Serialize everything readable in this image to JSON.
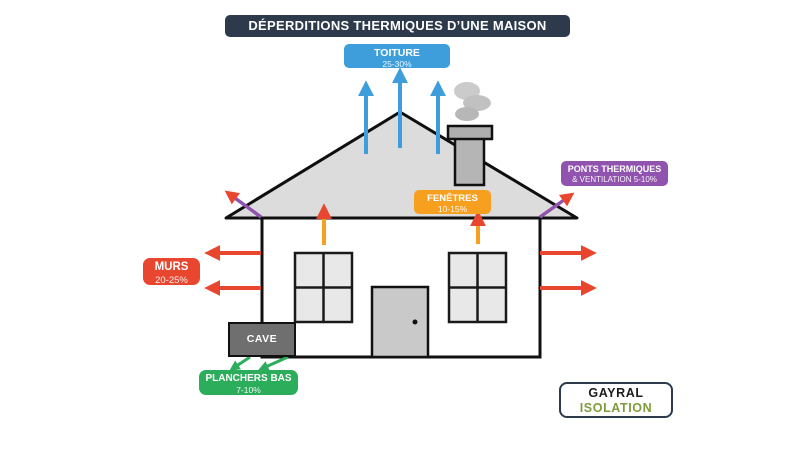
{
  "title": "DÉPERDITIONS THERMIQUES D’UNE MAISON",
  "legend": {
    "toiture": {
      "label": "TOITURE",
      "range": "25-30%",
      "color": "#3d9edb"
    },
    "fenetres": {
      "label": "FENÊTRES",
      "range": "10-15%",
      "color": "#f79f1f"
    },
    "ponts_thermiques": {
      "label": "PONTS THERMIQUES",
      "range": "& VENTILATION 5-10%",
      "color": "#9154ae"
    },
    "murs": {
      "label": "MURS",
      "range": "20-25%",
      "color": "#e8462e"
    },
    "planchers_bas": {
      "label": "PLANCHERS BAS",
      "range": "7-10%",
      "color": "#2bad5c"
    },
    "cave": {
      "label": "CAVE",
      "color": "#6f6f6f"
    }
  },
  "logo": {
    "name": "GAYRAL",
    "subtitle": "ISOLATION",
    "subtitle_color": "#7f9c3b",
    "border_color": "#2d3a4b"
  },
  "colors": {
    "title_bar": "#2d3a4b",
    "arrow_blue": "#3d9edb",
    "arrow_red": "#e8462e",
    "arrow_orange": "#f79f1f",
    "arrow_purple": "#9154ae",
    "arrow_green": "#2bad5c",
    "roof_fill": "#dcdcdc",
    "wall_fill": "#ffffff"
  }
}
